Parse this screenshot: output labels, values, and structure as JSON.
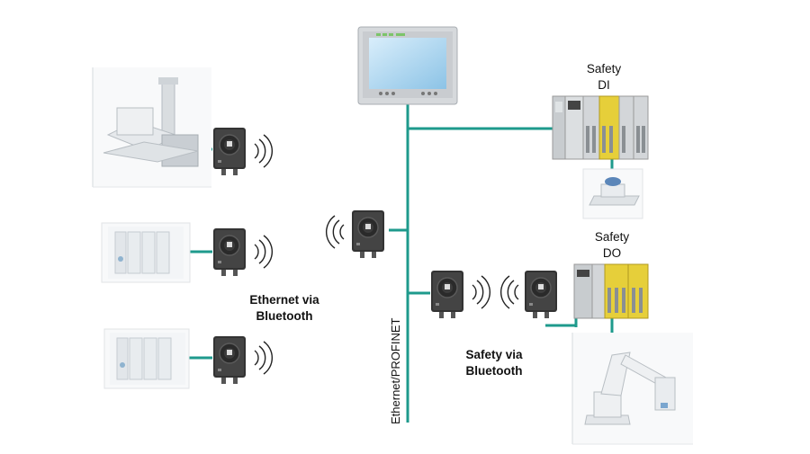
{
  "labels": {
    "safety_di_line1": "Safety",
    "safety_di_line2": "DI",
    "safety_do_line1": "Safety",
    "safety_do_line2": "DO",
    "ethernet_bt_line1": "Ethernet via",
    "ethernet_bt_line2": "Bluetooth",
    "safety_bt_line1": "Safety via",
    "safety_bt_line2": "Bluetooth",
    "bus_label": "Ethernet/PROFINET"
  },
  "colors": {
    "bus_line": "#1e9a8c",
    "module_body": "#3a3a3a",
    "io_yellow": "#e6cf3a",
    "panel_screen": "#a9d4ee",
    "device_gray": "#e4e7ea"
  }
}
